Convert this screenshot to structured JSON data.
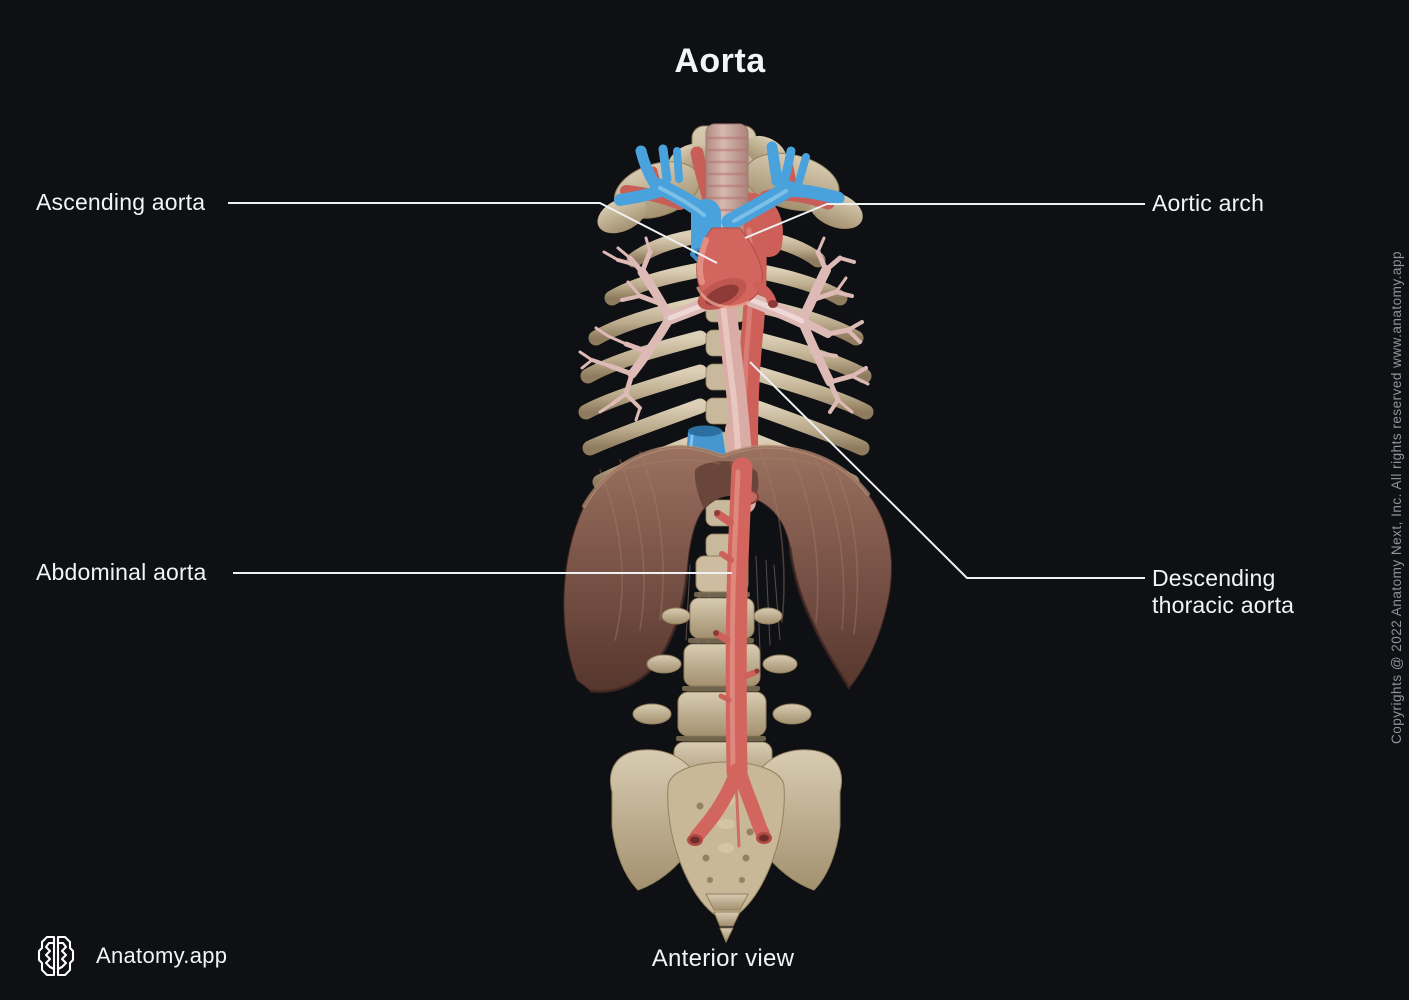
{
  "title": "Aorta",
  "view_label": "Anterior view",
  "brand": {
    "name": "Anatomy.app"
  },
  "copyright": "Copyrights @ 2022 Anatomy Next, Inc. All rights reserved www.anatomy.app",
  "labels": {
    "ascending_aorta": "Ascending aorta",
    "aortic_arch": "Aortic arch",
    "abdominal_aorta": "Abdominal aorta",
    "descending_thoracic_aorta": "Descending thoracic aorta"
  },
  "colors": {
    "background": "#0e1014",
    "text": "#f3f4f6",
    "leader_line": "#eef0f2",
    "muted": "#90939a",
    "artery": "#d2655e",
    "vein": "#4aa2dc",
    "bone": "#cdbfa4",
    "bronchi": "#e3c5c1",
    "diaphragm": "#7d564a"
  }
}
